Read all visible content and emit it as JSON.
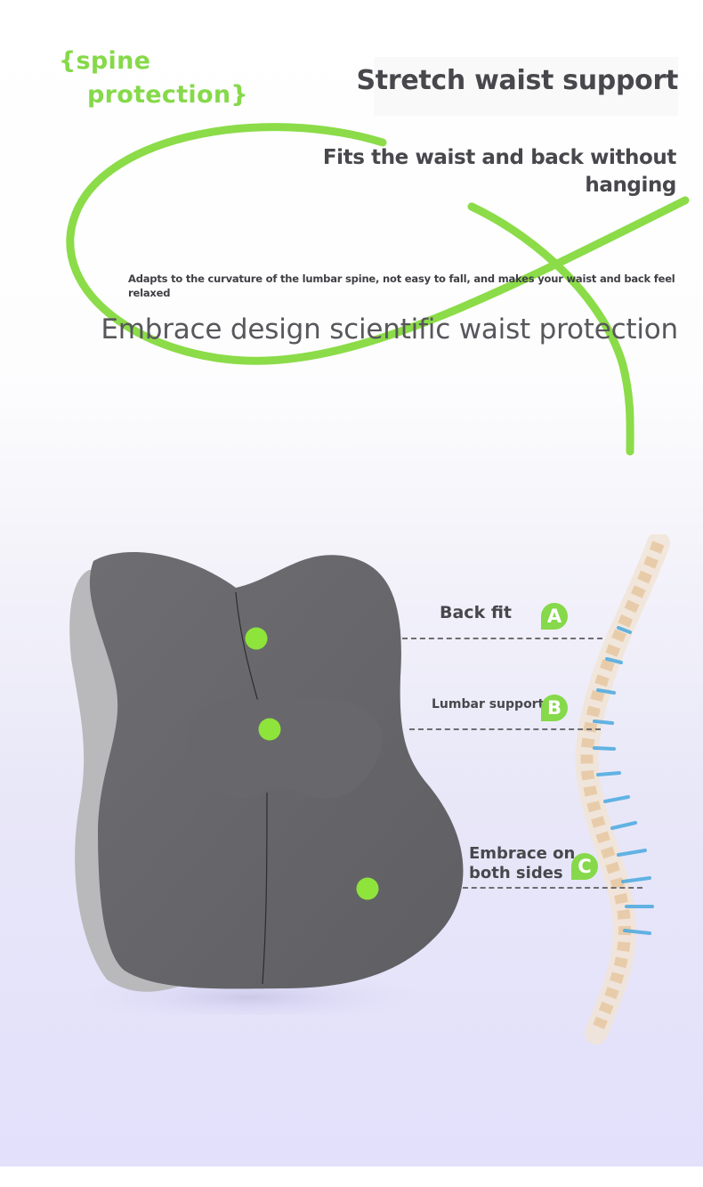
{
  "header": {
    "tag_line1": "{spine",
    "tag_line2": "protection}",
    "title": "Stretch waist support",
    "subtitle": "Fits the waist and back without hanging",
    "description": "Adapts to the curvature of the lumbar spine, not easy to fall, and makes your waist and back feel relaxed",
    "headline": "Embrace design scientific waist protection"
  },
  "features": [
    {
      "label": "Back fit",
      "badge": "A"
    },
    {
      "label": "Lumbar support",
      "badge": "B"
    },
    {
      "label_line1": "Embrace on",
      "label_line2": "both sides",
      "badge": "C"
    }
  ],
  "colors": {
    "accent_green": "#86d94a",
    "text_dark": "#48474c",
    "cushion_gray": "#68686c",
    "background_lavender": "#e2e0fb"
  }
}
